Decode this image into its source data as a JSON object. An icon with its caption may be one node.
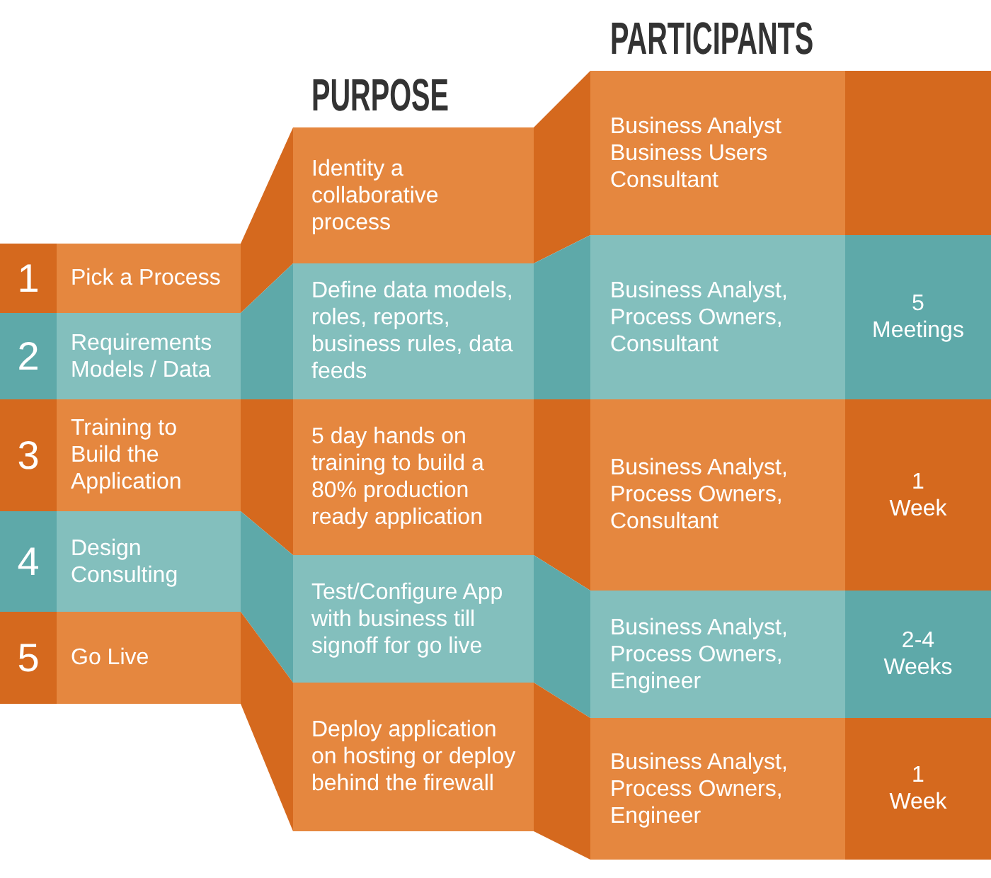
{
  "diagram": {
    "nodes": [
      {
        "text": [
          "1",
          "Pick a Process"
        ]
      },
      {
        "text": [
          "Identity a collaborative process"
        ]
      },
      {
        "text": [
          "Business Analyst Business Users Consultant"
        ]
      },
      {
        "text": [],
        "shape": "box"
      },
      {
        "text": [
          "2",
          "Requirements Models / Data"
        ]
      },
      {
        "text": [
          "Define data models, roles, reports, business rules, data feeds"
        ]
      },
      {
        "text": [
          "Business Analyst, Process Owners, Consultant"
        ]
      },
      {
        "text": [
          "5 Meetings"
        ]
      },
      {
        "text": [
          "3",
          "Training to Build the Application"
        ]
      },
      {
        "text": [
          "5 day hands on training to build a 80% production ready application"
        ]
      },
      {
        "text": [
          "Business Analyst, Process Owners, Consultant"
        ]
      },
      {
        "text": [
          "1 Week"
        ]
      },
      {
        "text": [
          "4",
          "Design Consulting"
        ]
      },
      {
        "text": [
          "Test/Configure App with business till signoff for go live"
        ]
      },
      {
        "text": [
          "Business Analyst, Process Owners, Engineer"
        ]
      },
      {
        "text": [
          "2-4 Weeks"
        ]
      },
      {
        "text": [
          "5",
          "Go Live"
        ]
      },
      {
        "text": [
          "Deploy application on hosting or deploy behind the firewall"
        ]
      },
      {
        "text": [
          "Business Analyst, Process Owners, Engineer"
        ]
      },
      {
        "text": [
          "1 Week"
        ]
      }
    ],
    "labels": [
      "PURPOSE",
      "PARTICIPANTS"
    ]
  }
}
